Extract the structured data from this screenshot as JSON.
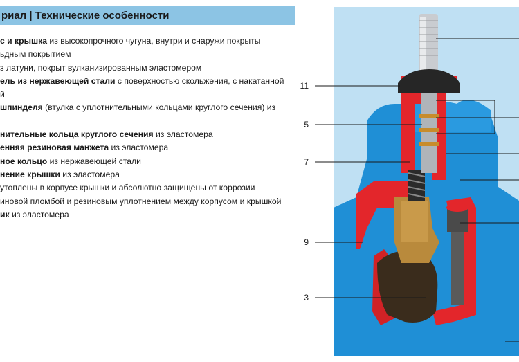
{
  "header": {
    "title": "риал | Технические особенности"
  },
  "text_lines": [
    {
      "bold": "с и крышка",
      "rest": " из высокопрочного чугуна, внутри и снаружи покрыты"
    },
    {
      "bold": "",
      "rest": "ьдным покрытием"
    },
    {
      "bold": "",
      "rest": "з латуни, покрыт вулканизированным эластомером"
    },
    {
      "bold": "ель из нержавеющей стали",
      "rest": " с поверхностью скольжения, с накатанной"
    },
    {
      "bold": "",
      "rest": "й"
    },
    {
      "bold": " шпинделя",
      "rest": " (втулка с уплотнительными кольцами круглого сечения) из"
    },
    {
      "bold": "",
      "rest": ""
    },
    {
      "bold": "нительные кольца круглого сечения",
      "rest": " из эластомера"
    },
    {
      "bold": "енняя резиновая манжета",
      "rest": " из эластомера"
    },
    {
      "bold": "ное кольцо",
      "rest": " из нержавеющей стали"
    },
    {
      "bold": "нение крышки",
      "rest": " из эластомера"
    },
    {
      "bold": "",
      "rest": "утоплены в корпусе крышки и абсолютно защищены от коррозии"
    },
    {
      "bold": "",
      "rest": "иновой пломбой и резиновым уплотнением между корпусом и крышкой"
    },
    {
      "bold": "ик",
      "rest": " из эластомера"
    }
  ],
  "callouts": [
    {
      "label": "11"
    },
    {
      "label": "5"
    },
    {
      "label": "7"
    },
    {
      "label": "9"
    },
    {
      "label": "3"
    }
  ],
  "colors": {
    "header_bg": "#8cc4e4",
    "body_blue": "#1f8fd6",
    "coating_red": "#e3262b",
    "brass": "#b98a3c",
    "steel": "#c9ccd0",
    "background_blue": "#bfe0f3"
  }
}
